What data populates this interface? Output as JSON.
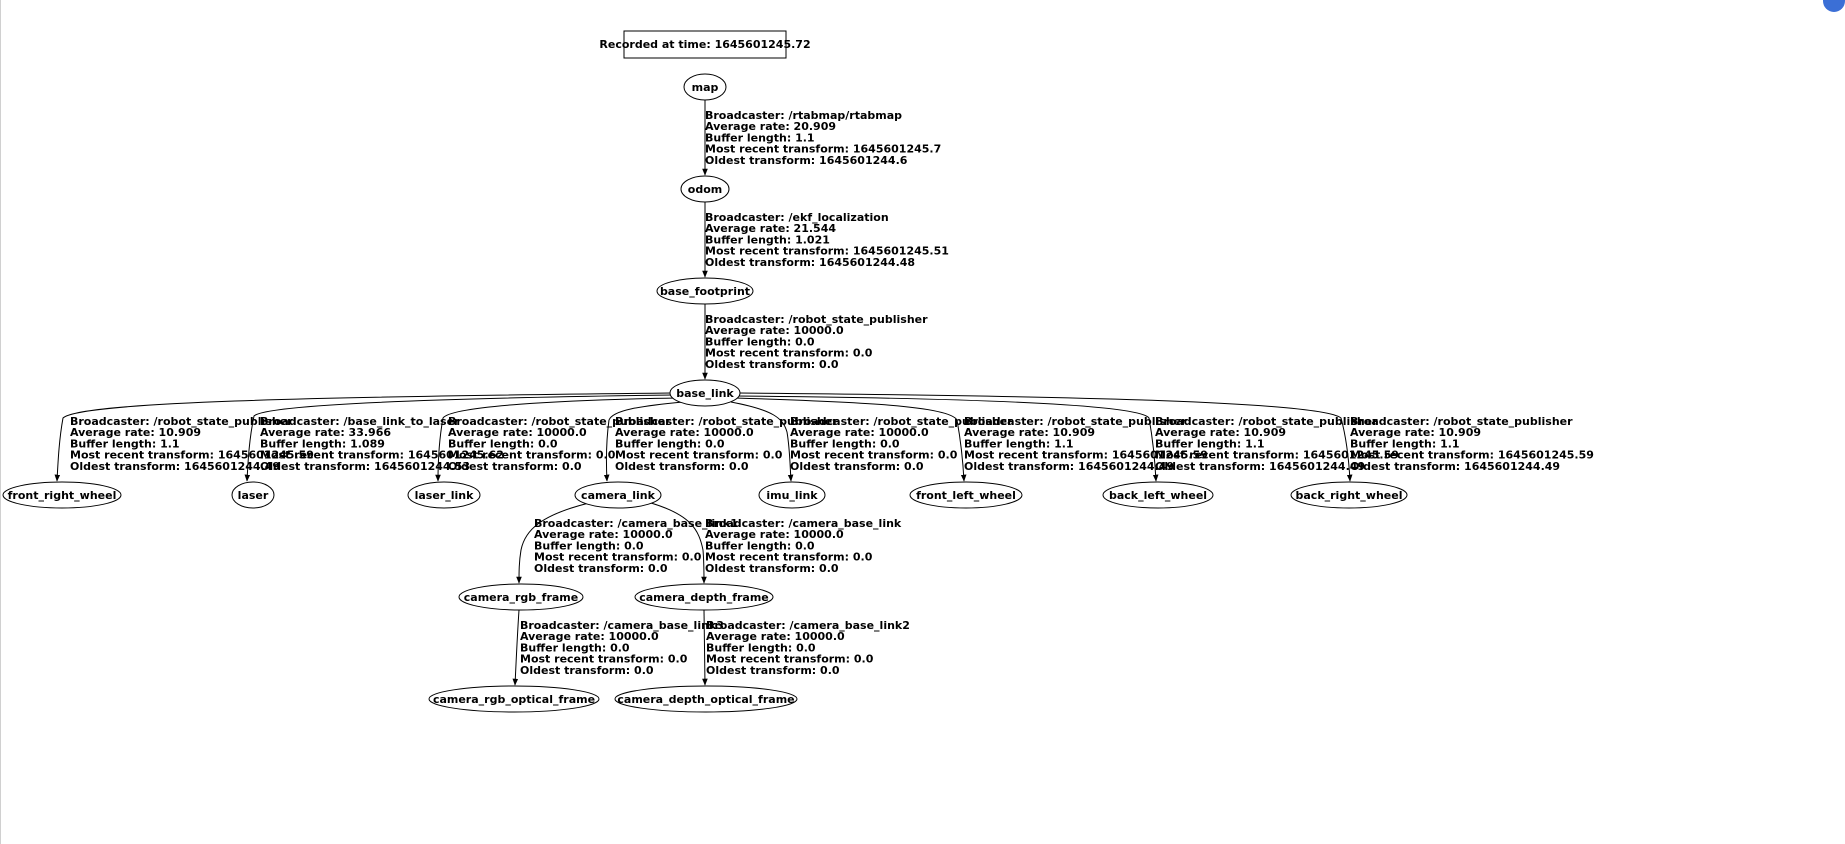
{
  "recorded_label": "Recorded at time: 1645601245.72",
  "nodes": {
    "map": "map",
    "odom": "odom",
    "base_footprint": "base_footprint",
    "base_link": "base_link",
    "front_right_wheel": "front_right_wheel",
    "laser": "laser",
    "laser_link": "laser_link",
    "camera_link": "camera_link",
    "imu_link": "imu_link",
    "front_left_wheel": "front_left_wheel",
    "back_left_wheel": "back_left_wheel",
    "back_right_wheel": "back_right_wheel",
    "camera_rgb_frame": "camera_rgb_frame",
    "camera_depth_frame": "camera_depth_frame",
    "camera_rgb_optical_frame": "camera_rgb_optical_frame",
    "camera_depth_optical_frame": "camera_depth_optical_frame"
  },
  "edges": {
    "map_odom": [
      "Broadcaster: /rtabmap/rtabmap",
      "Average rate: 20.909",
      "Buffer length: 1.1",
      "Most recent transform: 1645601245.7",
      "Oldest transform: 1645601244.6"
    ],
    "odom_base_footprint": [
      "Broadcaster: /ekf_localization",
      "Average rate: 21.544",
      "Buffer length: 1.021",
      "Most recent transform: 1645601245.51",
      "Oldest transform: 1645601244.48"
    ],
    "base_footprint_base_link": [
      "Broadcaster: /robot_state_publisher",
      "Average rate: 10000.0",
      "Buffer length: 0.0",
      "Most recent transform: 0.0",
      "Oldest transform: 0.0"
    ],
    "base_link_front_right_wheel": [
      "Broadcaster: /robot_state_publisher",
      "Average rate: 10.909",
      "Buffer length: 1.1",
      "Most recent transform: 1645601245.59",
      "Oldest transform: 1645601244.49"
    ],
    "base_link_laser": [
      "Broadcaster: /base_link_to_laser",
      "Average rate: 33.966",
      "Buffer length: 1.089",
      "Most recent transform: 1645601245.62",
      "Oldest transform: 1645601244.53"
    ],
    "base_link_laser_link": [
      "Broadcaster: /robot_state_publisher",
      "Average rate: 10000.0",
      "Buffer length: 0.0",
      "Most recent transform: 0.0",
      "Oldest transform: 0.0"
    ],
    "base_link_camera_link": [
      "Broadcaster: /robot_state_publisher",
      "Average rate: 10000.0",
      "Buffer length: 0.0",
      "Most recent transform: 0.0",
      "Oldest transform: 0.0"
    ],
    "base_link_imu_link": [
      "Broadcaster: /robot_state_publisher",
      "Average rate: 10000.0",
      "Buffer length: 0.0",
      "Most recent transform: 0.0",
      "Oldest transform: 0.0"
    ],
    "base_link_front_left_wheel": [
      "Broadcaster: /robot_state_publisher",
      "Average rate: 10.909",
      "Buffer length: 1.1",
      "Most recent transform: 1645601245.59",
      "Oldest transform: 1645601244.49"
    ],
    "base_link_back_left_wheel": [
      "Broadcaster: /robot_state_publisher",
      "Average rate: 10.909",
      "Buffer length: 1.1",
      "Most recent transform: 1645601245.59",
      "Oldest transform: 1645601244.49"
    ],
    "base_link_back_right_wheel": [
      "Broadcaster: /robot_state_publisher",
      "Average rate: 10.909",
      "Buffer length: 1.1",
      "Most recent transform: 1645601245.59",
      "Oldest transform: 1645601244.49"
    ],
    "camera_link_camera_rgb_frame": [
      "Broadcaster: /camera_base_link1",
      "Average rate: 10000.0",
      "Buffer length: 0.0",
      "Most recent transform: 0.0",
      "Oldest transform: 0.0"
    ],
    "camera_link_camera_depth_frame": [
      "Broadcaster: /camera_base_link",
      "Average rate: 10000.0",
      "Buffer length: 0.0",
      "Most recent transform: 0.0",
      "Oldest transform: 0.0"
    ],
    "camera_rgb_frame_camera_rgb_optical_frame": [
      "Broadcaster: /camera_base_link3",
      "Average rate: 10000.0",
      "Buffer length: 0.0",
      "Most recent transform: 0.0",
      "Oldest transform: 0.0"
    ],
    "camera_depth_frame_camera_depth_optical_frame": [
      "Broadcaster: /camera_base_link2",
      "Average rate: 10000.0",
      "Buffer length: 0.0",
      "Most recent transform: 0.0",
      "Oldest transform: 0.0"
    ]
  }
}
